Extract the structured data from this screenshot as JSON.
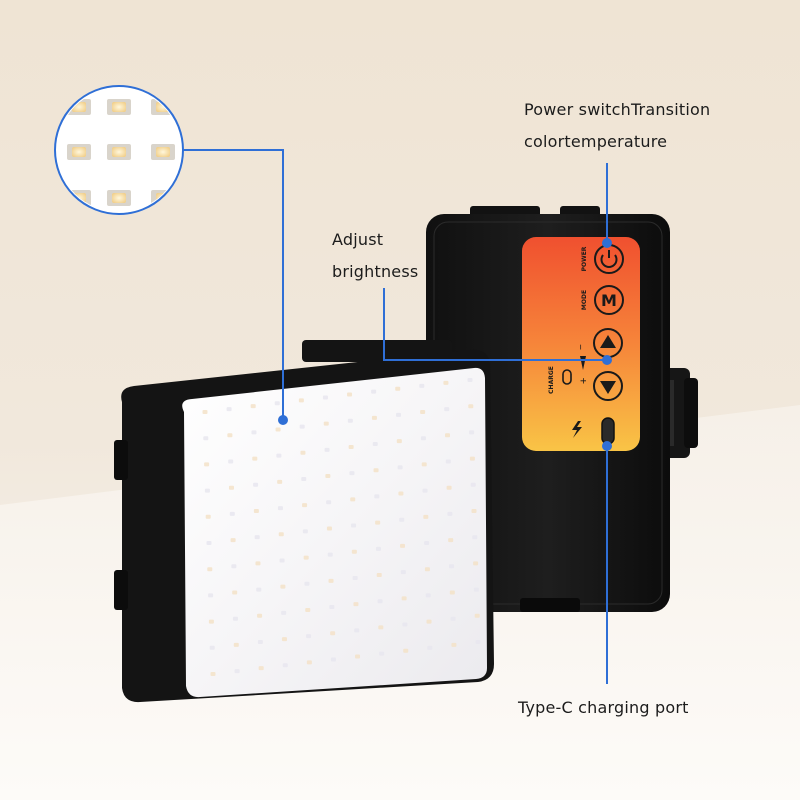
{
  "labels": {
    "power_line1": "Power switchTransition",
    "power_line2": "colortemperature",
    "brightness_line1": "Adjust",
    "brightness_line2": "brightness",
    "typec": "Type-C charging port"
  },
  "panel_text": {
    "power": "POWER",
    "mode": "MODE",
    "charge": "CHARGE",
    "mode_button": "M",
    "minus": "−",
    "plus": "+"
  },
  "colors": {
    "background_top": "#f3ebdf",
    "background_bottom": "#fbf8f3",
    "leader_line": "#2f6fd6",
    "device_body": "#151515",
    "panel_top": "#f25b33",
    "panel_bottom": "#f8c444"
  },
  "icons": [
    "power-icon",
    "mode-button",
    "up-arrow-icon",
    "down-arrow-icon",
    "lightning-icon",
    "usb-c-port-icon",
    "led-chip-icon"
  ]
}
